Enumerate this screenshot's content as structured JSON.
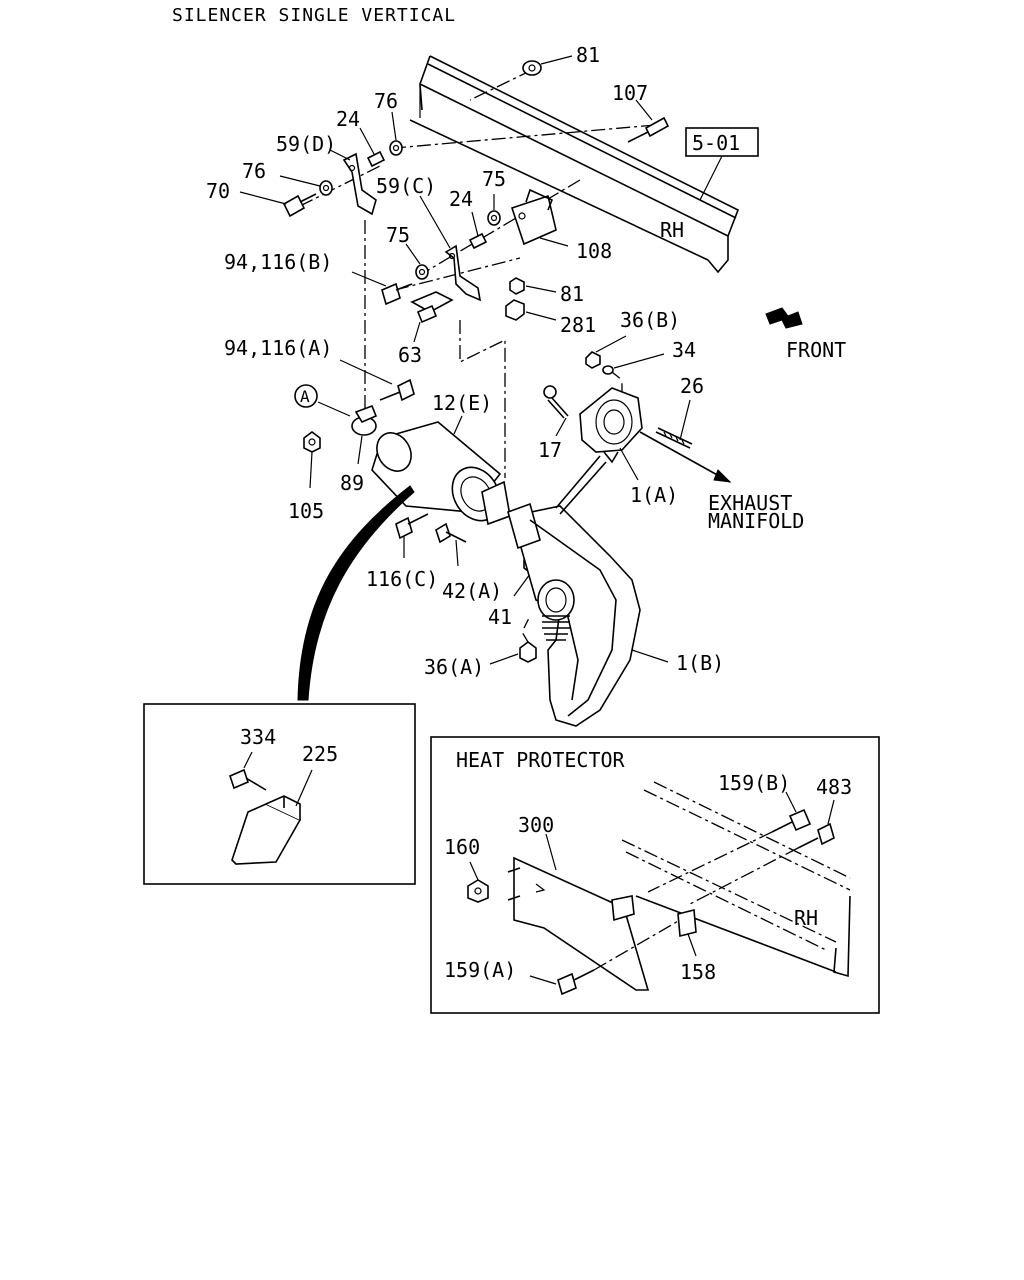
{
  "title": "SILENCER SINGLE VERTICAL",
  "reference_box": "5-01",
  "side_label_main": "RH",
  "direction_label": "FRONT",
  "exhaust_label_line1": "EXHAUST",
  "exhaust_label_line2": "MANIFOLD",
  "circle_marker": "A",
  "callouts": {
    "c81_top": "81",
    "c107": "107",
    "c76_top": "76",
    "c24_top": "24",
    "c59d": "59(D)",
    "c76_left": "76",
    "c70": "70",
    "c59c": "59(C)",
    "c24_mid": "24",
    "c75_right": "75",
    "c108": "108",
    "c75_left": "75",
    "c94_116b": "94,116(B)",
    "c81_mid": "81",
    "c281": "281",
    "c36b": "36(B)",
    "c63": "63",
    "c34": "34",
    "c94_116a": "94,116(A)",
    "c26": "26",
    "c12e": "12(E)",
    "c17": "17",
    "c1a": "1(A)",
    "c89": "89",
    "c105": "105",
    "c116c": "116(C)",
    "c42a": "42(A)",
    "c41": "41",
    "c36a": "36(A)",
    "c1b": "1(B)"
  },
  "inset_bracket": {
    "c334": "334",
    "c225": "225"
  },
  "heat_protector": {
    "title": "HEAT PROTECTOR",
    "c159b": "159(B)",
    "c483": "483",
    "c300": "300",
    "c160": "160",
    "side_label": "RH",
    "c159a": "159(A)",
    "c158": "158"
  }
}
